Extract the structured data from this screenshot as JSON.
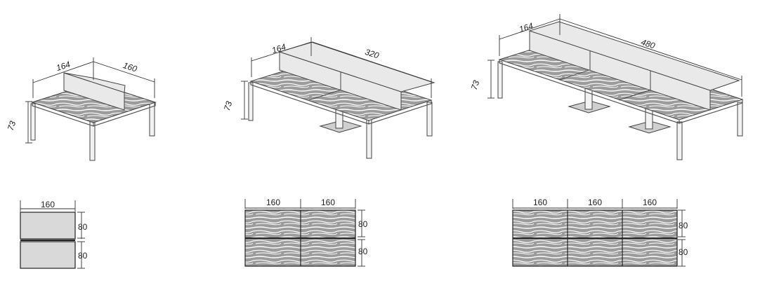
{
  "desks": [
    {
      "width": "164",
      "length": "160",
      "height": "73"
    },
    {
      "width": "164",
      "length": "320",
      "height": "73"
    },
    {
      "width": "164",
      "length": "480",
      "height": "73"
    }
  ],
  "plans": [
    {
      "columns": [
        "160"
      ],
      "rows": [
        "80",
        "80"
      ]
    },
    {
      "columns": [
        "160",
        "160"
      ],
      "rows": [
        "80",
        "80"
      ]
    },
    {
      "columns": [
        "160",
        "160",
        "160"
      ],
      "rows": [
        "80",
        "80"
      ]
    }
  ]
}
